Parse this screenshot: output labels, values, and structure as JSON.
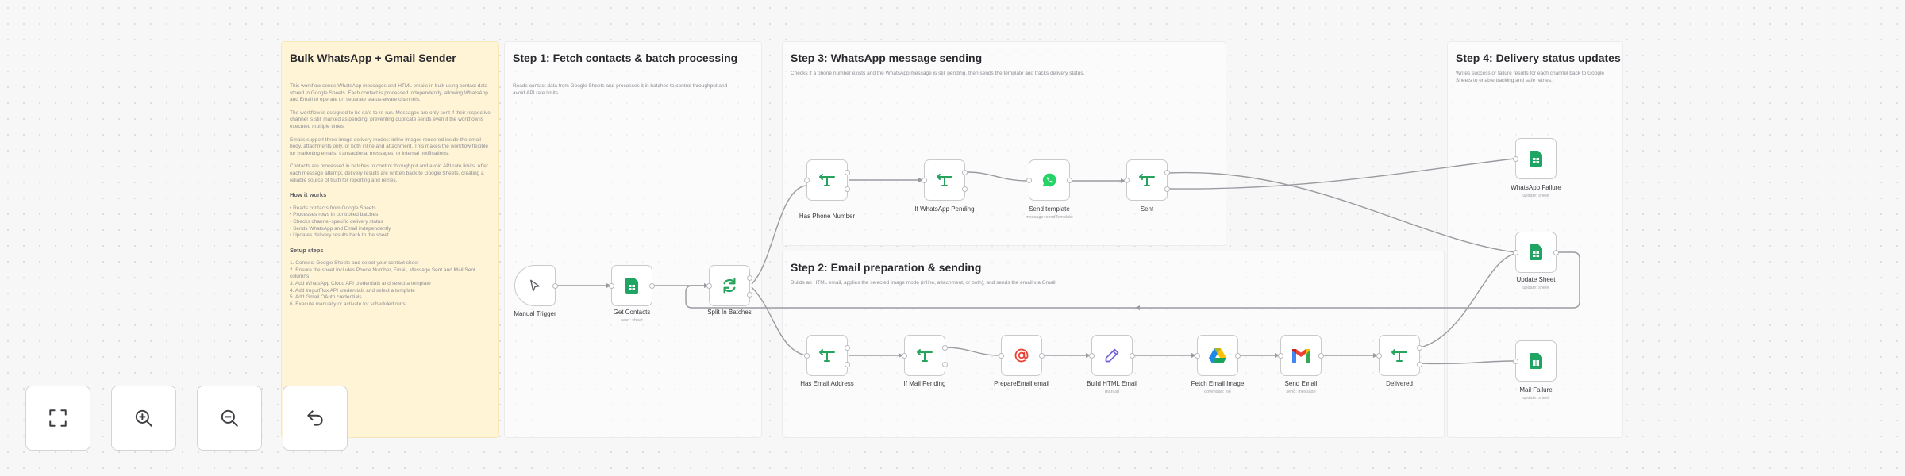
{
  "notes": {
    "main": {
      "title": "Bulk WhatsApp + Gmail Sender",
      "paragraphs": [
        "This workflow sends WhatsApp messages and HTML emails in bulk using contact data stored in Google Sheets. Each contact is processed independently, allowing WhatsApp and Email to operate on separate status-aware channels.",
        "The workflow is designed to be safe to re-run. Messages are only sent if their respective channel is still marked as pending, preventing duplicate sends even if the workflow is executed multiple times.",
        "Emails support three image delivery modes: inline images rendered inside the email body, attachments only, or both inline and attachment. This makes the workflow flexible for marketing emails, transactional messages, or internal notifications.",
        "Contacts are processed in batches to control throughput and avoid API rate limits. After each message attempt, delivery results are written back to Google Sheets, creating a reliable source of truth for reporting and retries."
      ],
      "how_title": "How it works",
      "how_items": [
        "• Reads contacts from Google Sheets",
        "• Processes rows in controlled batches",
        "• Checks channel-specific delivery status",
        "• Sends WhatsApp and Email independently",
        "• Updates delivery results back to the sheet"
      ],
      "setup_title": "Setup steps",
      "setup_items": [
        "1. Connect Google Sheets and select your contact sheet",
        "2. Ensure the sheet includes Phone Number, Email, Message Sent and Mail Sent columns",
        "3. Add WhatsApp Cloud API credentials and select a template",
        "4. Add ImgurFlux API credentials and select a template",
        "5. Add Gmail OAuth credentials",
        "6. Execute manually or activate for scheduled runs"
      ]
    },
    "step1": {
      "title": "Step 1: Fetch contacts & batch processing",
      "desc": "Reads contact data from Google Sheets and processes it in batches to control throughput and avoid API rate limits."
    },
    "step3": {
      "title": "Step 3: WhatsApp message sending",
      "desc": "Checks if a phone number exists and the WhatsApp message is still pending, then sends the template and tracks delivery status."
    },
    "step2": {
      "title": "Step 2: Email preparation & sending",
      "desc": "Builds an HTML email, applies the selected image mode (inline, attachment, or both), and sends the email via Gmail."
    },
    "step4": {
      "title": "Step 4: Delivery status updates",
      "desc": "Writes success or failure results for each channel back to Google Sheets to enable tracking and safe retries."
    }
  },
  "nodes": {
    "manual_trigger": {
      "label": "Manual Trigger",
      "icon": "cursor-icon"
    },
    "get_contacts": {
      "label": "Get Contacts",
      "sub": "read: sheet",
      "icon": "google-sheets-icon"
    },
    "split_batches": {
      "label": "Split In Batches",
      "icon": "refresh-icon"
    },
    "has_phone": {
      "label": "Has Phone Number",
      "icon": "if-branch-icon"
    },
    "wa_pending": {
      "label": "If WhatsApp Pending",
      "icon": "if-branch-icon"
    },
    "send_template": {
      "label": "Send template",
      "sub": "message: sendTemplate",
      "icon": "whatsapp-icon"
    },
    "sent": {
      "label": "Sent",
      "icon": "if-branch-icon"
    },
    "whatsapp_failure": {
      "label": "WhatsApp Failure",
      "sub": "update: sheet",
      "icon": "google-sheets-icon"
    },
    "update_sheet": {
      "label": "Update Sheet",
      "sub": "update: sheet",
      "icon": "google-sheets-icon"
    },
    "mail_failure": {
      "label": "Mail Failure",
      "sub": "update: sheet",
      "icon": "google-sheets-icon"
    },
    "has_email": {
      "label": "Has Email Address",
      "icon": "if-branch-icon"
    },
    "mail_pending": {
      "label": "If Mail Pending",
      "icon": "if-branch-icon"
    },
    "prepare_email": {
      "label": "PrepareEmail email",
      "icon": "at-sign-icon"
    },
    "build_html": {
      "label": "Build HTML Email",
      "sub": "manual",
      "icon": "pen-icon"
    },
    "fetch_image": {
      "label": "Fetch Email Image",
      "sub": "download: file",
      "icon": "google-drive-icon"
    },
    "send_email": {
      "label": "Send Email",
      "sub": "send: message",
      "icon": "gmail-icon"
    },
    "delivered": {
      "label": "Delivered",
      "icon": "if-branch-icon"
    }
  },
  "controls": {
    "fit": "fit-view-icon",
    "zoom_in": "zoom-in-icon",
    "zoom_out": "zoom-out-icon",
    "reset": "reset-zoom-icon"
  },
  "colors": {
    "canvas": "#f7f7f8",
    "sticky_yellow": "#fff5d6",
    "edge": "#9a9aa0",
    "if_green": "#27a35e",
    "sheets_green": "#20a464",
    "whatsapp": "#25d366",
    "gmail_red": "#ea4335",
    "pen_purple": "#6d5fd6"
  }
}
